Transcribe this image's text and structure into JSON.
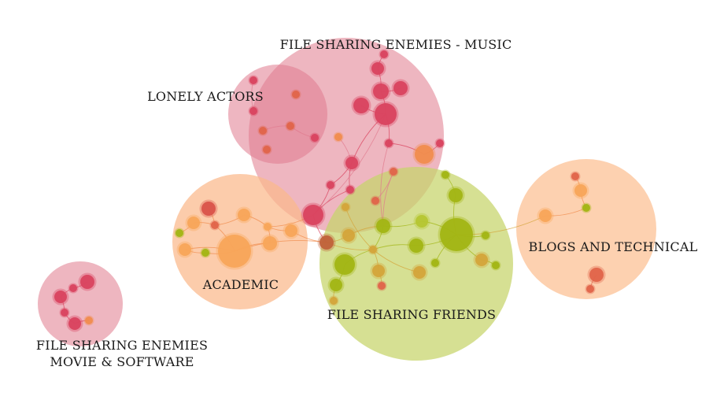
{
  "colors": {
    "pink": "#d9435f",
    "pink_light": "#e07a8e",
    "orange": "#f08c4e",
    "orange_light": "#f8a55a",
    "green": "#a2b514",
    "green_light": "#b5c632",
    "red_orange": "#e0644a",
    "mustard": "#d4a43a"
  },
  "clusters": [
    {
      "id": "music",
      "lines": [
        "FILE SHARING ENEMIES - MUSIC"
      ],
      "color": "#e89aa8"
    },
    {
      "id": "lonely",
      "lines": [
        "LONELY ACTORS"
      ],
      "color": "#e07a8e"
    },
    {
      "id": "academic",
      "lines": [
        "ACADEMIC"
      ],
      "color": "#fbb98a"
    },
    {
      "id": "friends",
      "lines": [
        "FILE SHARING FRIENDS"
      ],
      "color": "#c6d46a"
    },
    {
      "id": "blogs",
      "lines": [
        "BLOGS AND TECHNICAL"
      ],
      "color": "#fcbf91"
    },
    {
      "id": "movie",
      "lines": [
        "FILE SHARING ENEMIES",
        "MOVIE & SOFTWARE"
      ],
      "color": "#e89aa8"
    }
  ]
}
